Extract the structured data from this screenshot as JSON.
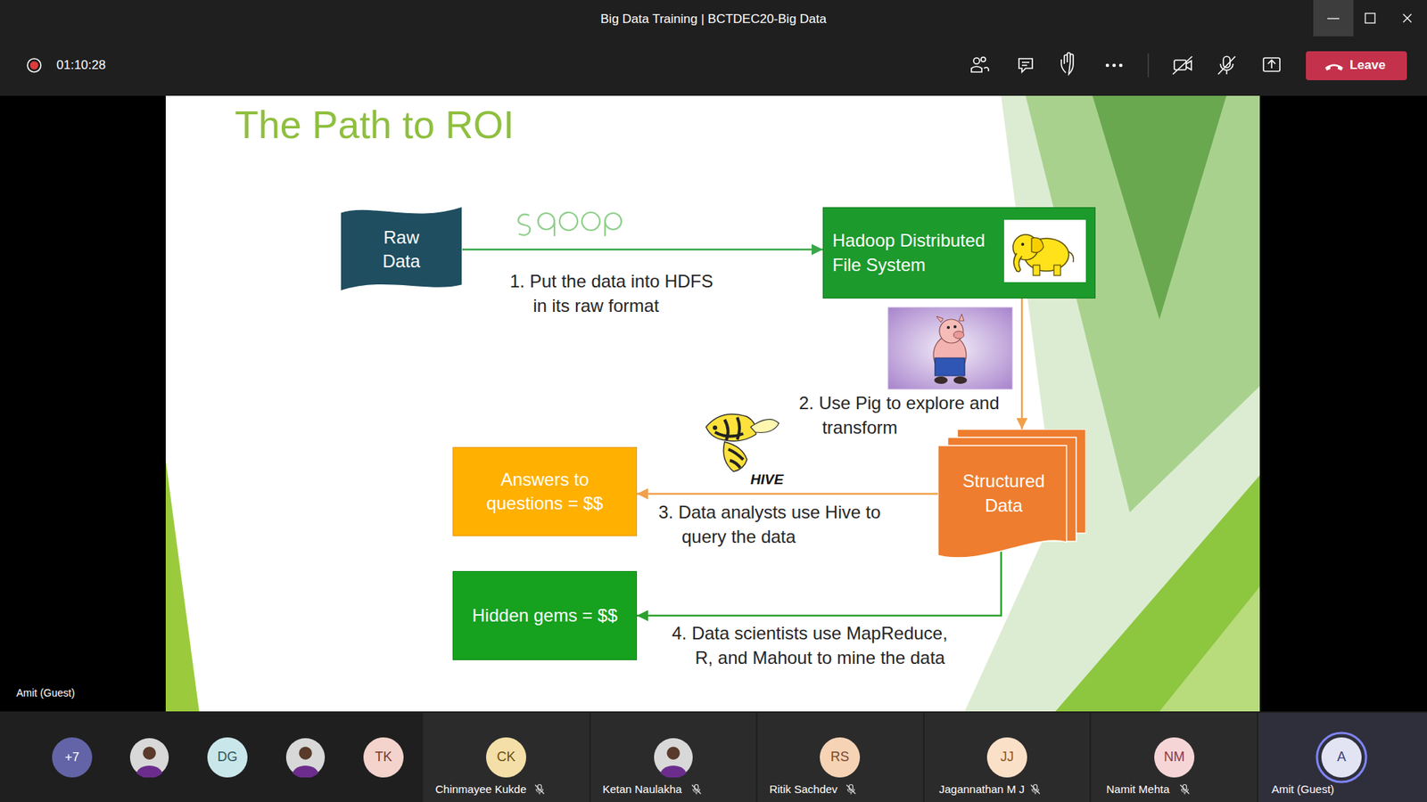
{
  "diagram": {
    "title": "The Path to ROI",
    "nodes": [
      {
        "text": [
          "Raw Data"
        ]
      },
      {
        "text": [
          "Hadoop Distributed File System"
        ]
      },
      {
        "text": [
          "Answers to questions = $$"
        ]
      },
      {
        "text": [
          "Structured Data"
        ]
      },
      {
        "text": [
          "Hidden gems = $$"
        ]
      }
    ],
    "edges": [
      {
        "from": 0,
        "to": 1,
        "arrow": "to",
        "label": "1. Put the data into HDFS in its raw format"
      },
      {
        "from": 1,
        "to": 3,
        "arrow": "to",
        "label": "2. Use Pig to explore and transform"
      },
      {
        "from": 3,
        "to": 2,
        "arrow": "to",
        "label": "3. Data analysts use Hive to query the data"
      },
      {
        "from": 3,
        "to": 4,
        "arrow": "to",
        "label": "4. Data scientists use MapReduce, R, and Mahout to mine the data"
      }
    ],
    "labels": [
      "Big Data Training | BCTDEC20-Big Data",
      "01:10:28",
      "Leave",
      "HIVE",
      "Amit (Guest)",
      "+7",
      "DG",
      "TK",
      "CK",
      "Chinmayee Kukde",
      "Ketan Naulakha",
      "RS",
      "Ritik Sachdev",
      "JJ",
      "Jagannathan M J",
      "NM",
      "Namit Mehta",
      "A",
      "Amit (Guest)"
    ]
  }
}
